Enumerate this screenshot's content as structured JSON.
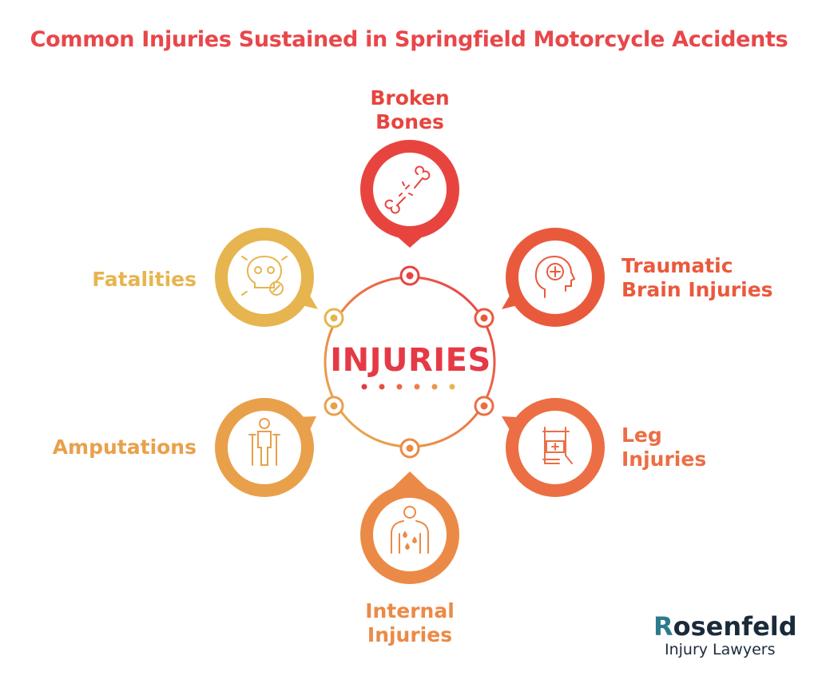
{
  "title": "Common Injuries Sustained in Springfield Motorcycle Accidents",
  "center_label": "INJURIES",
  "nodes": [
    {
      "id": "broken-bones",
      "lines": [
        "Broken",
        "Bones"
      ],
      "color": "#e8443f",
      "icon": "broken-bone-icon"
    },
    {
      "id": "traumatic-brain",
      "lines": [
        "Traumatic",
        "Brain Injuries"
      ],
      "color": "#e95a3c",
      "icon": "brain-head-icon"
    },
    {
      "id": "leg-injuries",
      "lines": [
        "Leg",
        "Injuries"
      ],
      "color": "#ec6e44",
      "icon": "leg-brace-icon"
    },
    {
      "id": "internal-injuries",
      "lines": [
        "Internal",
        "Injuries"
      ],
      "color": "#eb8a47",
      "icon": "torso-icon"
    },
    {
      "id": "amputations",
      "lines": [
        "Amputations"
      ],
      "color": "#e9a04b",
      "icon": "crutch-person-icon"
    },
    {
      "id": "fatalities",
      "lines": [
        "Fatalities"
      ],
      "color": "#e6b54f",
      "icon": "skull-icon"
    }
  ],
  "logo": {
    "initial": "R",
    "rest": "osenfeld",
    "subtitle": "Injury Lawyers"
  }
}
